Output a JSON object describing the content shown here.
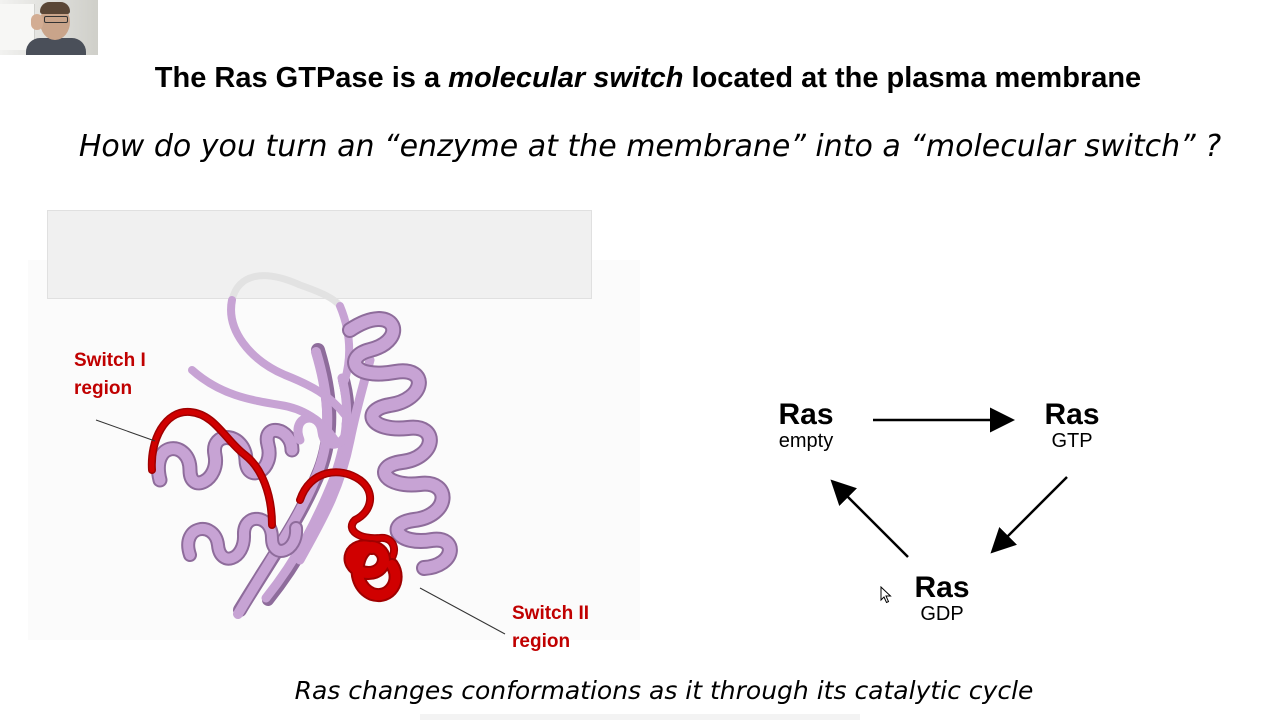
{
  "slide": {
    "title_part1": "The Ras GTPase is a ",
    "title_emphasis": "molecular switch",
    "title_part2": " located at the plasma membrane",
    "subtitle": "How do you turn an “enzyme at the membrane” into a “molecular switch” ?",
    "caption": "Ras changes conformations as it through its catalytic cycle"
  },
  "figure": {
    "switch1_line1": "Switch I",
    "switch1_line2": "region",
    "switch2_line1": "Switch II",
    "switch2_line2": "region",
    "colors": {
      "protein": "#c7a3d4",
      "protein_shadow": "#8e6c9b",
      "switch_regions": "#d00000",
      "label_text": "#c00000"
    }
  },
  "cycle": {
    "empty": {
      "name": "Ras",
      "state": "empty"
    },
    "gtp": {
      "name": "Ras",
      "state": "GTP"
    },
    "gdp": {
      "name": "Ras",
      "state": "GDP"
    }
  },
  "webcam": {
    "icon": "presenter-video"
  },
  "pointer": {
    "icon": "mouse-pointer-icon"
  }
}
